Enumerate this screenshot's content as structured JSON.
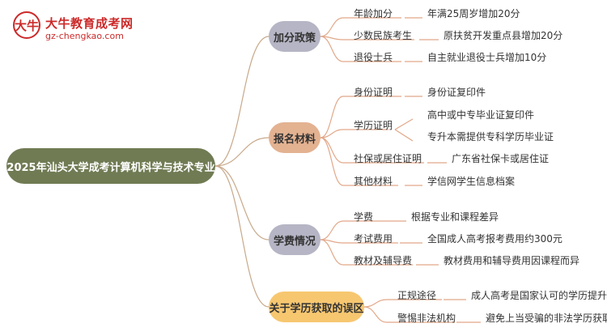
{
  "logo": {
    "badge": "大牛",
    "title": "大牛教育成考网",
    "url": "gz-chengkao.com"
  },
  "root": "2025年汕头大学成考计算机科学与技术专业",
  "branches": [
    {
      "label": "加分政策",
      "items": [
        {
          "label": "年龄加分",
          "details": [
            "年满25周岁增加20分"
          ]
        },
        {
          "label": "少数民族考生",
          "details": [
            "原扶贫开发重点县增加20分"
          ]
        },
        {
          "label": "退役士兵",
          "details": [
            "自主就业退役士兵增加10分"
          ]
        }
      ]
    },
    {
      "label": "报名材料",
      "items": [
        {
          "label": "身份证明",
          "details": [
            "身份证复印件"
          ]
        },
        {
          "label": "学历证明",
          "details": [
            "高中或中专毕业证复印件",
            "专升本需提供专科学历毕业证"
          ]
        },
        {
          "label": "社保或居住证明",
          "details": [
            "广东省社保卡或居住证"
          ]
        },
        {
          "label": "其他材料",
          "details": [
            "学信网学生信息档案"
          ]
        }
      ]
    },
    {
      "label": "学费情况",
      "items": [
        {
          "label": "学费",
          "details": [
            "根据专业和课程差异"
          ]
        },
        {
          "label": "考试费用",
          "details": [
            "全国成人高考报考费用约300元"
          ]
        },
        {
          "label": "教材及辅导费",
          "details": [
            "教材费用和辅导费用因课程而异"
          ]
        }
      ]
    },
    {
      "label": "关于学历获取的误区",
      "items": [
        {
          "label": "正规途径",
          "details": [
            "成人高考是国家认可的学历提升方式"
          ]
        },
        {
          "label": "警惕非法机构",
          "details": [
            "避免上当受骗的非法学历获取"
          ]
        }
      ]
    }
  ]
}
